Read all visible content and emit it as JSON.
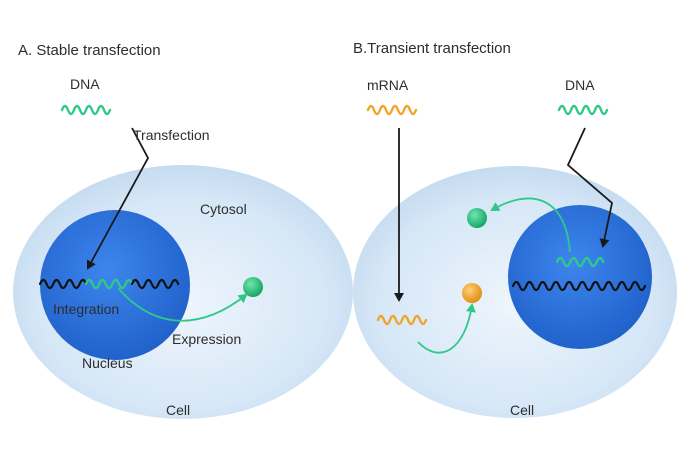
{
  "panel_a": {
    "title": "A. Stable transfection",
    "dna_label": "DNA",
    "transfection_label": "Transfection",
    "cytosol_label": "Cytosol",
    "integration_label": "Integration",
    "expression_label": "Expression",
    "nucleus_label": "Nucleus",
    "cell_label": "Cell"
  },
  "panel_b": {
    "title": "B.Transient transfection",
    "mrna_label": "mRNA",
    "dna_label": "DNA",
    "cell_label": "Cell"
  },
  "colors": {
    "dna": "#2ec98a",
    "mrna": "#f0a52a",
    "nucleus": "#2f73de",
    "cytoplasm": "#dceaf8",
    "protein_green": "#26c27e",
    "protein_orange": "#f0a52a",
    "arrow_black": "#1a1a1a",
    "arrow_green": "#2ec98a"
  }
}
